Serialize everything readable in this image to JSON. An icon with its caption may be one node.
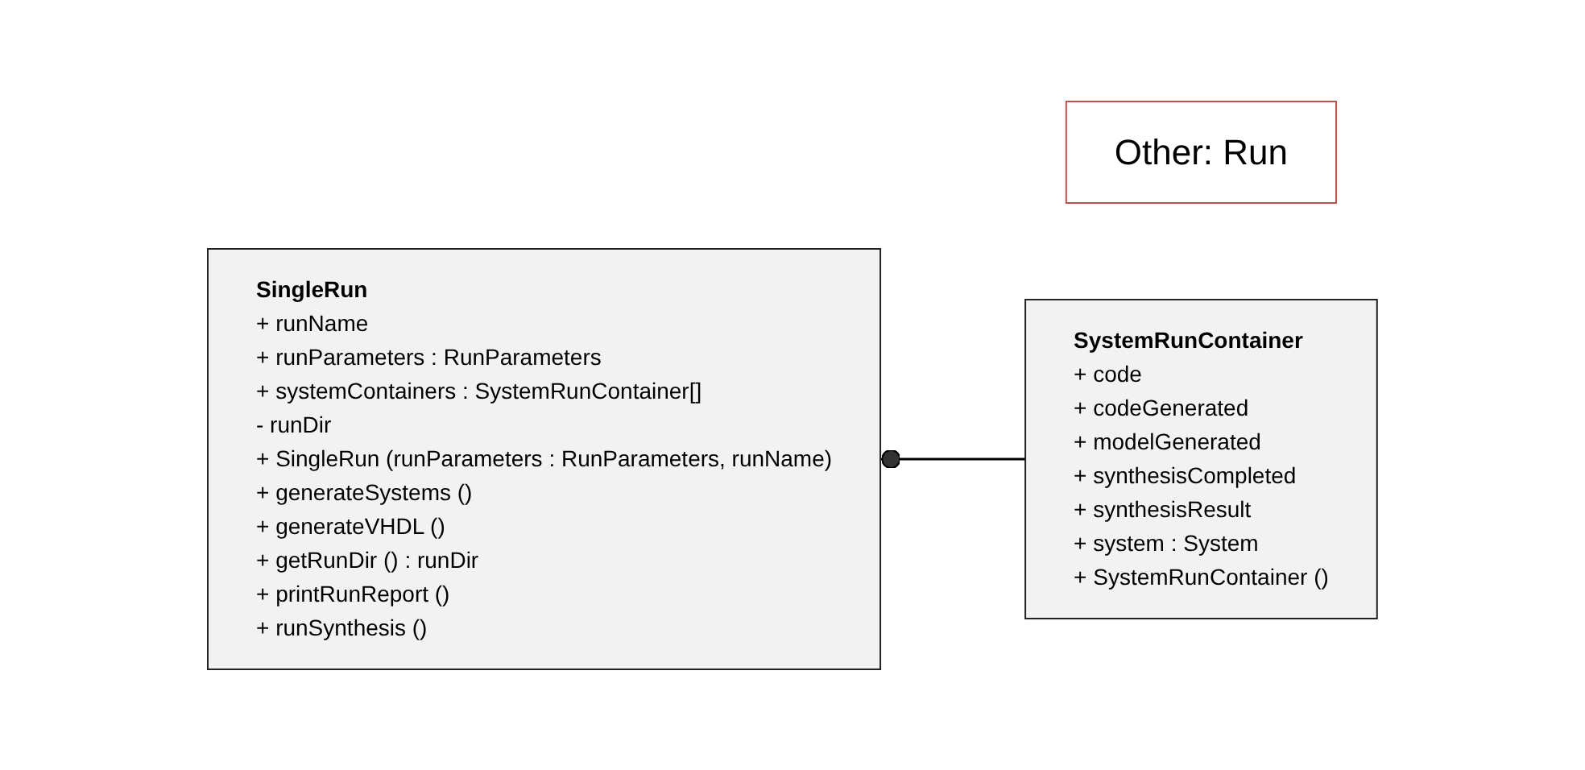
{
  "diagram": {
    "nodes": [
      {
        "text": [
          "Other: Run"
        ]
      },
      {
        "text": [
          "SingleRun",
          "+ runName",
          "+ runParameters : RunParameters",
          "+ systemContainers : SystemRunContainer[]",
          "- runDir",
          "+ SingleRun (runParameters : RunParameters, runName)",
          "+ generateSystems ()",
          "+ generateVHDL ()",
          "+ getRunDir () : runDir",
          "+ printRunReport ()",
          "+ runSynthesis ()"
        ]
      },
      {
        "text": [
          "SystemRunContainer",
          "+ code",
          "+ codeGenerated",
          "+ modelGenerated",
          "+ synthesisCompleted",
          "+ synthesisResult",
          "+ system : System",
          "+ SystemRunContainer ()"
        ]
      }
    ],
    "edges": [
      {
        "from": 1,
        "to": 2,
        "arrow": "other"
      }
    ]
  }
}
